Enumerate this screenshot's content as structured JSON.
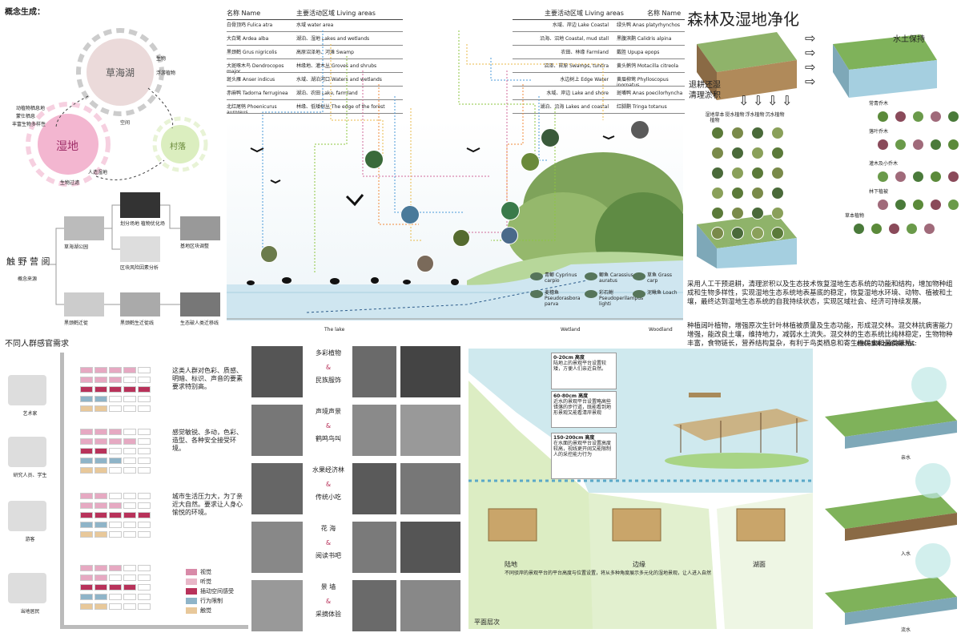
{
  "concept": {
    "title": "概念生成：",
    "lake_label": "草海湖",
    "wetland_label": "湿地",
    "village_label": "村落",
    "space_label": "空间",
    "notes": [
      "动植物栖息地",
      "蒙仕栖息",
      "丰富生物多样性",
      "生物",
      "人造湿地",
      "浮游植物",
      "生物过滤"
    ],
    "logo_text": "触 野 营 阅",
    "concept_source": "概念来源",
    "flow": [
      {
        "label": "草海湖公园"
      },
      {
        "label": "划分场地 植物优化场"
      },
      {
        "label": "区块风险因素分析"
      },
      {
        "label": "基地区块调整"
      },
      {
        "label": "黑颈鹤迁徙"
      },
      {
        "label": "黑颈鹤生迁徙线"
      },
      {
        "label": "生态破人类迁移线"
      }
    ]
  },
  "species_table": {
    "left_headers": [
      "名称 Name",
      "主要活动区域 Living areas"
    ],
    "right_headers": [
      "主要活动区域 Living areas",
      "名称 Name"
    ],
    "left_rows": [
      {
        "name": "白骨顶鸡 Fulica atra",
        "area": "水域 water area"
      },
      {
        "name": "大白鹭 Ardea alba",
        "area": "湖泊、湿地 Lakes and wetlands"
      },
      {
        "name": "黑颈鹤 Grus nigricolis",
        "area": "高原沼泽地、河滩 Swamp"
      },
      {
        "name": "大斑啄木鸟 Dendrocopos major",
        "area": "林缘地、灌木丛 Groves and shrubs"
      },
      {
        "name": "斑头雁 Anser indicus",
        "area": "水域、湖泊河口 Waters and wetlands"
      },
      {
        "name": "赤麻鸭 Tadorna ferruginea",
        "area": "湖泊、农田 Lake, farmland"
      },
      {
        "name": "北红尾鸲 Phoenicurus auroreus",
        "area": "林缘、低矮树丛 The edge of the forest"
      }
    ],
    "right_rows": [
      {
        "area": "水域、岸边 Lake Coastal",
        "name": "绿头鸭 Anas platyrhynchos"
      },
      {
        "area": "沿海、沼地 Coastal, mud stall",
        "name": "黑腹滨鹬 Calidris alpina"
      },
      {
        "area": "农田、林缘 Farmland",
        "name": "戴胜 Upupa epops"
      },
      {
        "area": "沼泽、苔原 Swamps, tundra",
        "name": "黄头鹡鸰 Motacilla citreola"
      },
      {
        "area": "水边树上 Edge Water",
        "name": "黄眉柳莺 Phylloscopus inornatus"
      },
      {
        "area": "水域、岸边 Lake and shore",
        "name": "斑嘴鸭 Anas poecilorhyncha"
      },
      {
        "area": "湖泊、沿海 Lakes and coastal",
        "name": "红脚鹬 Tringa totanus"
      }
    ],
    "fish_labels": [
      "青鲫 Cyprinus carpio",
      "鲫鱼 Carassius auratus",
      "草鱼 Grass carp",
      "麦穗鱼 Pseudorasbora parva",
      "彩石鲋 Pseudoperilampus lighti",
      "泥鳅鱼 Loach"
    ],
    "zone_labels": [
      "The lake",
      "Wetland",
      "Woodland"
    ]
  },
  "forest_wetland": {
    "title": "森林及湿地净化",
    "soil": "水土保持",
    "reclaim": "退耕还湿\n清理淤积",
    "plant_groups": [
      "湿地草本植物",
      "挺水植物",
      "浮水植物",
      "沉水植物"
    ],
    "layers": [
      "常青乔木",
      "落叶乔木",
      "灌木及小乔木",
      "林下植被",
      "草本植物"
    ],
    "paragraph1": "采用人工干预退耕，清理淤积以及生态技术恢复湿地生态系统的功能和结构，增加物种组成和生物多样性，实现湿地生态系统地表基底的稳定，恢复湿地水环境、动物、植被和土壤，最终达到湿地生态系统的自我持续状态，实现区域社会、经济可持续发展。",
    "paragraph2": "种植阔叶植物，增强原次生针叶林植被质量及生态功能，形成混交林。混交林抗病害能力增强，能改良土壤，维持地力，减弱水土流失。混交林的生态系统比纯林稳定，生物物种丰富，食物链长，营养结构复杂，有利于鸟类栖息和寄生性昆虫和菌类繁殖。"
  },
  "crowd": {
    "title": "不同人群感官需求",
    "groups": [
      {
        "name": "艺术家",
        "desc": "这类人群对色彩、质感、明暗、标识、声音的要素要求特别高。"
      },
      {
        "name": "研究人员、学生",
        "desc": "感觉敏锐、多动，色彩、造型、各种安全接受环境。"
      },
      {
        "name": "游客",
        "desc": "城市生活压力大，为了亲近大自然。要求让人身心愉悦的环境。"
      },
      {
        "name": "当地居民",
        "desc": ""
      }
    ],
    "legend": [
      "视觉",
      "听觉",
      "插动空间感受",
      "行为限制",
      "触觉"
    ],
    "legend_colors": [
      "#d88aa8",
      "#e8b7c8",
      "#b8325a",
      "#8fb4c8",
      "#e8c89a"
    ],
    "senses": [
      {
        "top": "多彩植物",
        "bottom": "民族服饰"
      },
      {
        "top": "声境声景",
        "bottom": "鹤鸣鸟叫"
      },
      {
        "top": "水果经济林",
        "bottom": "传统小吃"
      },
      {
        "top": "花 海",
        "bottom": "阅读书吧"
      },
      {
        "top": "景 墙",
        "bottom": "采摘体验"
      }
    ],
    "amp": "&"
  },
  "heights": {
    "boxes": [
      {
        "title": "0-20cm  高度",
        "body": "陆地上的景观平台设置较矮，方便人们亲近自然。"
      },
      {
        "title": "60-80cm  高度",
        "body": "近水的景观平台设置略高些错落的步行道，既能看到地形景观又能看清岸景观"
      },
      {
        "title": "150-200cm  高度",
        "body": "在水面的景观平台设置高度较高，视线更开阔又能限制人的采控能力行为"
      }
    ],
    "bottom_labels": [
      "陆地",
      "边缘",
      "湖面"
    ],
    "caption": "不同驳岸的景观平台的平台高度与位置设置，将从多种角度展示多元化的湿地景观，让人进入自然",
    "plan_label": "平面层次"
  },
  "water": {
    "title": "村民与草海之间的亲水方式：",
    "labels": [
      "亲水",
      "入水",
      "流水"
    ]
  },
  "colors": {
    "pink": "#e6a9c2",
    "magenta": "#b8325a",
    "blue": "#8fb4c8",
    "tan": "#e8c89a",
    "lightblue": "#c8e8ec",
    "green": "#8dc63f"
  }
}
